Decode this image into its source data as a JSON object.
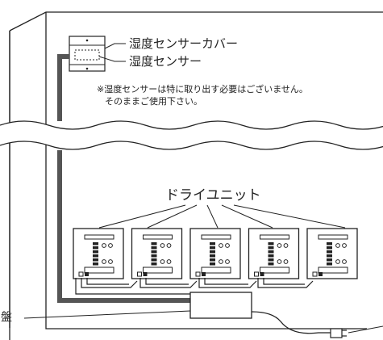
{
  "labels": {
    "sensor_cover": "湿度センサーカバー",
    "sensor": "湿度センサー",
    "note_line1": "※湿度センサーは特に取り出す必要はございません。",
    "note_line2": "そのままご使用下さい。",
    "dry_unit": "ドライユニット",
    "panel_partial": "盤"
  },
  "dry_unit_count": 5,
  "colors": {
    "line": "#222222",
    "cable": "#555555",
    "background": "#ffffff"
  }
}
